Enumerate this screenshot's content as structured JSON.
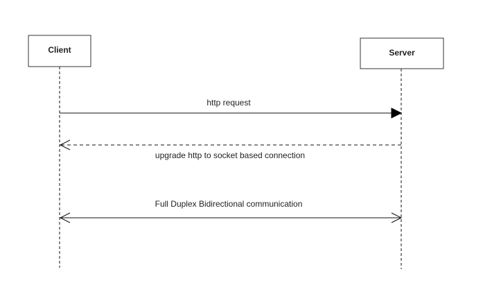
{
  "actors": {
    "client": {
      "label": "Client"
    },
    "server": {
      "label": "Server"
    }
  },
  "messages": [
    {
      "label": "http request",
      "from": "client",
      "to": "server",
      "line": "solid",
      "head": "filled"
    },
    {
      "label": "upgrade http to socket based connection",
      "from": "server",
      "to": "client",
      "line": "dashed",
      "head": "open"
    },
    {
      "label": "Full Duplex Bidirectional communication",
      "from": "client",
      "to": "server",
      "line": "solid",
      "head": "open-both"
    }
  ]
}
